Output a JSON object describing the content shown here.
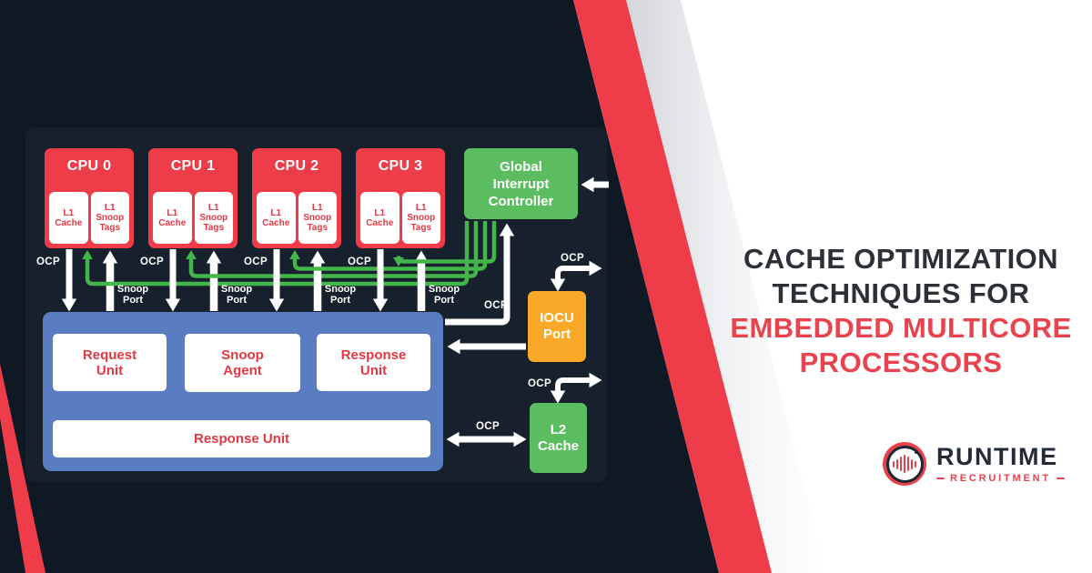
{
  "headline": {
    "lines": [
      "CACHE OPTIMIZATION",
      "TECHNIQUES FOR",
      "EMBEDDED MULTICORE",
      "PROCESSORS"
    ]
  },
  "logo": {
    "brand": "RUNTIME",
    "sub": "RECRUITMENT"
  },
  "diagram": {
    "cpus": [
      {
        "label": "CPU 0"
      },
      {
        "label": "CPU 1"
      },
      {
        "label": "CPU 2"
      },
      {
        "label": "CPU 3"
      }
    ],
    "l1_cache": "L1 Cache",
    "l1_snoop": "L1 Snoop Tags",
    "gic": "Global Interrupt Controller",
    "iocu": "IOCU Port",
    "l2": "L2 Cache",
    "units": [
      "Request Unit",
      "Snoop Agent",
      "Response Unit"
    ],
    "bottom_unit": "Response Unit",
    "ocp": "OCP",
    "snoop_port": "Snoop Port"
  },
  "colors": {
    "navy": "#0F1926",
    "red": "#EE3C48",
    "green_box": "#5BBD60",
    "green_line": "#43B54A",
    "orange": "#F9A827",
    "blue": "#5A7DC1",
    "headline_dark": "#2C3037",
    "headline_red": "#E8434E"
  }
}
